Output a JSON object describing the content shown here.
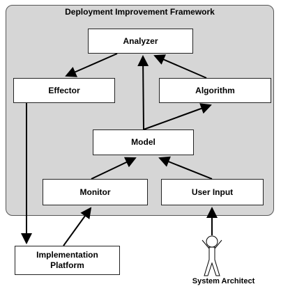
{
  "framework": {
    "title": "Deployment Improvement Framework"
  },
  "components": {
    "analyzer": "Analyzer",
    "effector": "Effector",
    "algorithm": "Algorithm",
    "model": "Model",
    "monitor": "Monitor",
    "user_input": "User Input",
    "implementation_platform": "Implementation Platform"
  },
  "actor": {
    "label": "System Architect"
  },
  "colors": {
    "frame_fill": "#d6d6d6",
    "box_fill": "#ffffff",
    "stroke": "#000000"
  }
}
